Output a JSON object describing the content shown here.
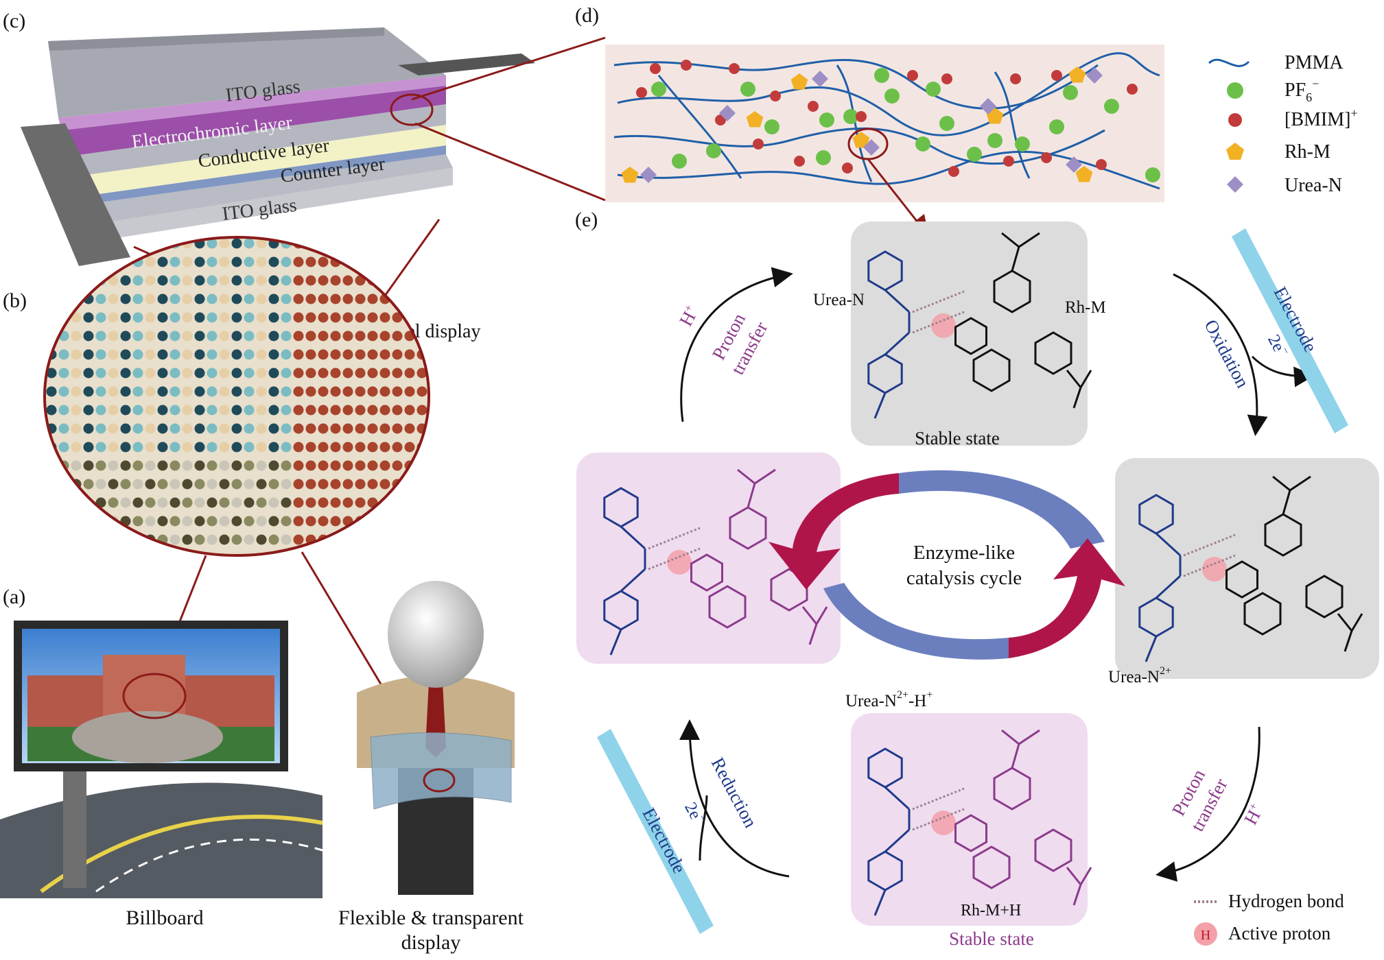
{
  "panels": {
    "a": "(a)",
    "b": "(b)",
    "c": "(c)",
    "d": "(d)",
    "e": "(e)"
  },
  "stack_layers": {
    "ito_top": "ITO glass",
    "electrochromic": "Electrochromic layer",
    "conductive": "Conductive layer",
    "counter": "Counter layer",
    "ito_bottom": "ITO glass"
  },
  "pixel_display": "Pixel display",
  "billboard": "Billboard",
  "flexible_line1": "Flexible & transparent",
  "flexible_line2": "display",
  "legend_d": {
    "pmma": "PMMA",
    "pf6": "PF",
    "pf6_sub": "6",
    "pf6_sup": "−",
    "bmim": "[BMIM]",
    "bmim_sup": "+",
    "rhm": "Rh-M",
    "urea": "Urea-N"
  },
  "cycle": {
    "center_line1": "Enzyme-like",
    "center_line2": "catalysis cycle",
    "top_label_urea": "Urea-N",
    "top_label_rhm": "Rh-M",
    "top_state": "Stable state",
    "right_label": "Urea-N",
    "right_label_sup": "2+",
    "bottom_label_prefix": "Urea-N",
    "bottom_label_sup1": "2+",
    "bottom_label_mid": "-H",
    "bottom_label_sup2": "+",
    "bottom_rh": "Rh-M+H",
    "bottom_state": "Stable state",
    "proton_transfer_tl": "Proton",
    "proton_transfer_tl2": "transfer",
    "h_plus_tl": "H",
    "h_plus_sup": "+",
    "oxidation": "Oxidation",
    "electrode_tr": "Electrode",
    "two_e_tr": "2e",
    "two_e_sup": "−",
    "reduction": "Reduction",
    "electrode_bl": "Electrode",
    "two_e_bl": "2e",
    "proton_transfer_br": "Proton",
    "proton_transfer_br2": "transfer",
    "h_plus_br": "H"
  },
  "legend_e": {
    "hbond": "Hydrogen bond",
    "active": "Active proton",
    "active_symbol": "H"
  },
  "colors": {
    "purple": "#8b3a8b",
    "navy": "#1f3a8a",
    "crimson": "#b0154a",
    "slate": "#6b7fbf",
    "electrode": "#8fd3ea",
    "grey_box": "#dcdcdc",
    "pink_box": "#efdcef",
    "frame": "#8b1a1a"
  }
}
